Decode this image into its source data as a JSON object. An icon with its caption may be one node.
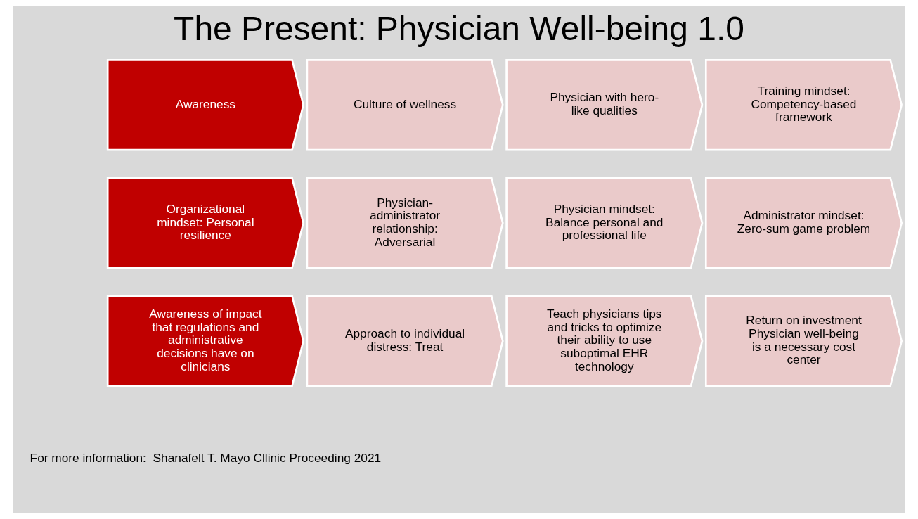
{
  "diagram": {
    "title": "The Present: Physician Well-being 1.0",
    "caption": "For more information:  Shanafelt T. Mayo Cllinic Proceeding 2021",
    "nodes": [
      {
        "text": [
          "Awareness"
        ]
      },
      {
        "text": [
          "Culture of wellness"
        ]
      },
      {
        "text": [
          "Physician with hero-like qualities"
        ]
      },
      {
        "text": [
          "Training mindset: Competency-based framework"
        ]
      },
      {
        "text": [
          "Organizational mindset: Personal resilience"
        ]
      },
      {
        "text": [
          "Physician-administrator relationship: Adversarial"
        ]
      },
      {
        "text": [
          "Physician mindset: Balance personal and professional life"
        ]
      },
      {
        "text": [
          "Administrator mindset: Zero-sum game problem"
        ]
      },
      {
        "text": [
          "Awareness of impact that regulations and administrative decisions have on clinicians"
        ]
      },
      {
        "text": [
          "Approach to individual distress: Treat"
        ]
      },
      {
        "text": [
          "Teach physicians tips and tricks to optimize their ability to use suboptimal EHR technology"
        ]
      },
      {
        "text": [
          "Return on investment Physician well-being is a necessary cost center"
        ]
      }
    ]
  }
}
